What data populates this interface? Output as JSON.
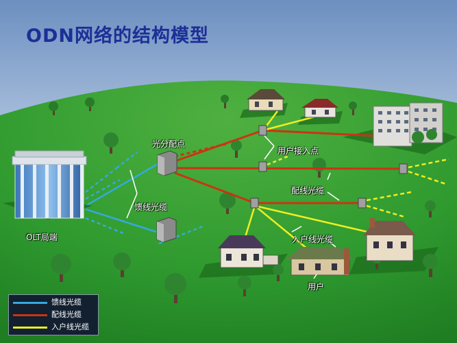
{
  "title": "ODN网络的结构模型",
  "labels": {
    "splitter": "光分配点",
    "user_access_point": "用户接入点",
    "distribution_cable": "配线光缆",
    "feeder_cable": "馈线光缆",
    "drop_cable": "入户线光缆",
    "olt": "OLT局端",
    "users": "用户"
  },
  "legend": {
    "items": [
      {
        "label": "馈线光缆",
        "color": "#33aadd"
      },
      {
        "label": "配线光缆",
        "color": "#cc3311"
      },
      {
        "label": "入户线光缆",
        "color": "#eeee22"
      }
    ]
  },
  "colors": {
    "sky_top": "#6c8fc0",
    "sky_bottom": "#ffffff",
    "grass": "#2f9a2f",
    "title": "#1c2f96"
  }
}
